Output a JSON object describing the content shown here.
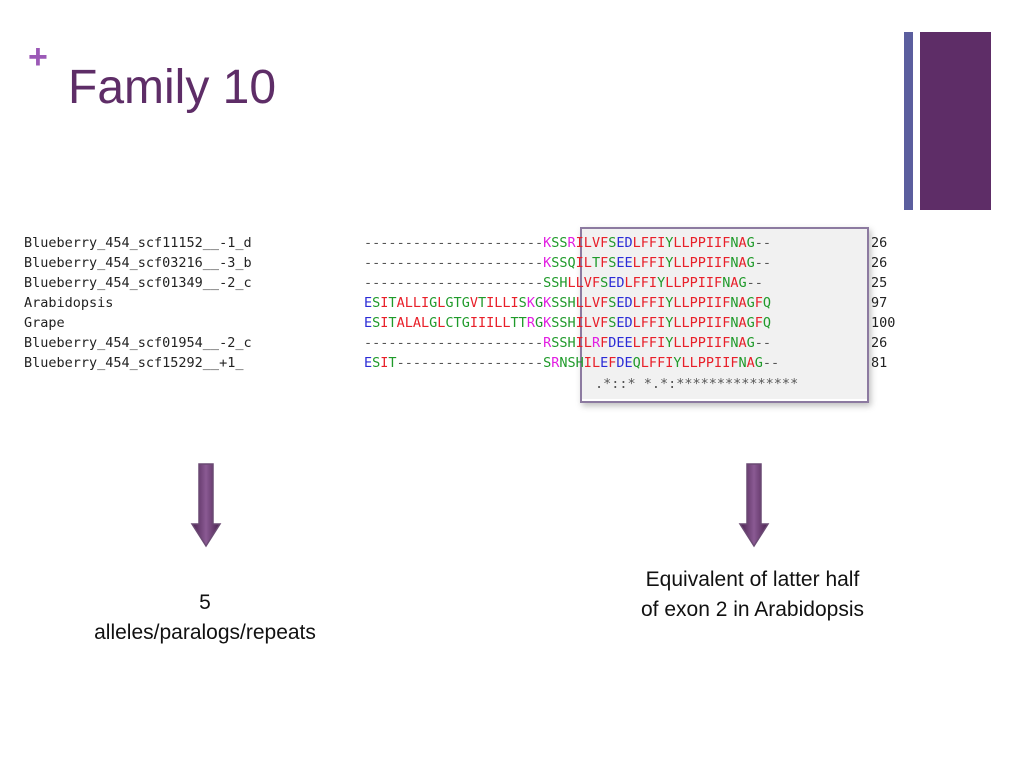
{
  "slide": {
    "plus": "+",
    "title": "Family 10"
  },
  "alignment": {
    "rows": [
      {
        "name": "Blueberry_454_scf11152__-1_d",
        "seq": "----------------------KSSRILVFSEDLFFIYLLPPIIFNAG--",
        "num": "26"
      },
      {
        "name": "Blueberry_454_scf03216__-3_b",
        "seq": "----------------------KSSQILTFSEELFFIYLLPPIIFNAG--",
        "num": "26"
      },
      {
        "name": "Blueberry_454_scf01349__-2_c",
        "seq": "----------------------SSHLLVFSEDLFFIYLLPPIIFNAG--",
        "num": "25"
      },
      {
        "name": "Arabidopsis",
        "seq": "ESITALLIGLGTGVTILLISKGKSSHLLVFSEDLFFIYLLPPIIFNAGFQ",
        "num": "97"
      },
      {
        "name": "Grape",
        "seq": "ESITALALGLCTGIIILLTTRGKSSHILVFSEDLFFIYLLPPIIFNAGFQ",
        "num": "100"
      },
      {
        "name": "Blueberry_454_scf01954__-2_c",
        "seq": "----------------------RSSHILRFDEELFFIYLLPPIIFNAG--",
        "num": "26"
      },
      {
        "name": "Blueberry_454_scf15292__+1_",
        "seq": "ESIT------------------SRNSHILEFDEQLFFIYLLPPIIFNAG--",
        "num": "81"
      }
    ],
    "consensus": ".*::* *.*:***************"
  },
  "captions": {
    "left": "5 alleles/paralogs/repeats",
    "right": "Equivalent of latter half of exon 2 in Arabidopsis"
  },
  "colors": {
    "title": "#5e2d67",
    "accent_bar_thin": "#5b5e9e",
    "accent_bar_thick": "#5e2d67",
    "residue_red": "#e8202a",
    "residue_blue": "#2b2bd6",
    "residue_magenta": "#e21ee2",
    "residue_green": "#1f9a2a"
  }
}
